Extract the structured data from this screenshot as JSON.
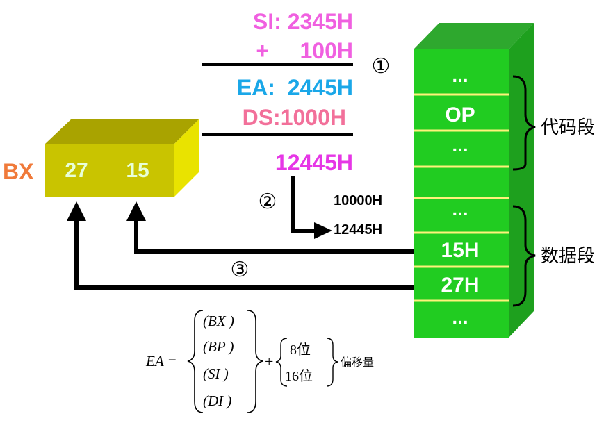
{
  "calc": {
    "line1": "SI: 2345H",
    "line2": "+     100H",
    "line3": "EA:  2445H",
    "line4": "DS:1000H",
    "result": "12445H",
    "colors": {
      "si": "#f060e0",
      "ea": "#1aa7e8",
      "ds": "#f2709a",
      "result": "#e636e6"
    }
  },
  "steps": {
    "step1": "①",
    "step2": "②",
    "step3": "③"
  },
  "register": {
    "name": "BX",
    "high_byte": "27",
    "low_byte": "15",
    "colors": {
      "label": "#f07a3a",
      "front": "#c9c400",
      "top": "#a9a300",
      "side": "#e9e300",
      "text": "#e8ffd8"
    }
  },
  "memory": {
    "cells": [
      "...",
      "OP",
      "...",
      "...",
      "15H",
      "27H",
      "..."
    ],
    "code_segment_label": "代码段",
    "data_segment_label": "数据段",
    "addr_start": "10000H",
    "addr_target": "12445H",
    "colors": {
      "front": "#21cc21",
      "top": "#2ea82e",
      "side": "#1ea01e",
      "separator": "#fff27a",
      "text": "#ffffff"
    }
  },
  "formula": {
    "lhs": "EA =",
    "regs": [
      "(BX )",
      "(BP )",
      "(SI )",
      "(DI )"
    ],
    "plus": "+",
    "disp": [
      "8位",
      "16位"
    ],
    "suffix": "偏移量"
  }
}
